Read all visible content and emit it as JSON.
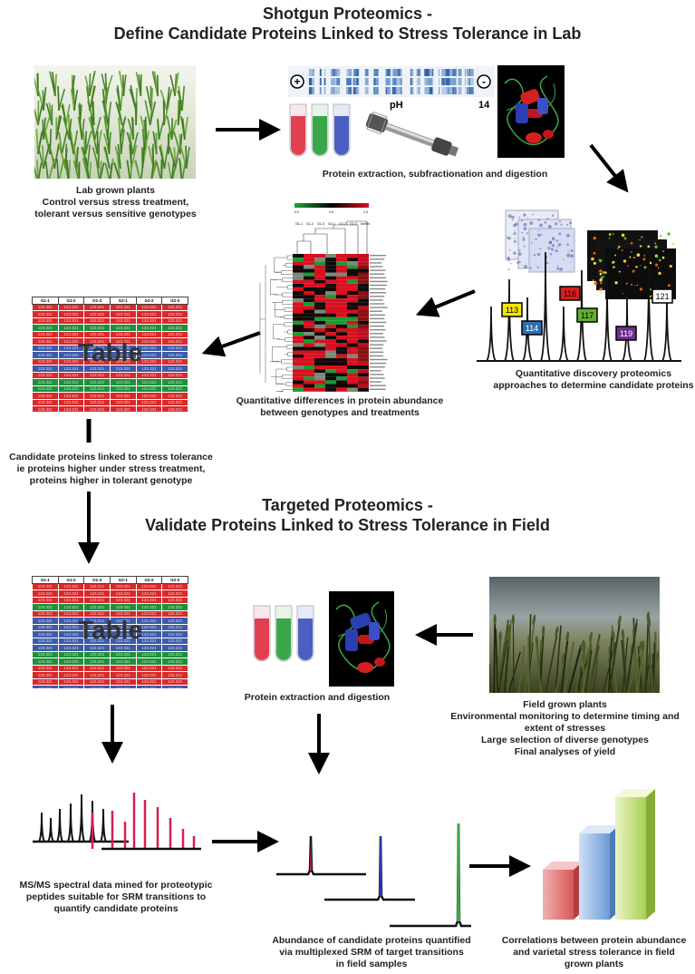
{
  "shotgun": {
    "title_line1": "Shotgun Proteomics -",
    "title_line2": "Define Candidate Proteins Linked to Stress Tolerance in Lab"
  },
  "targeted": {
    "title_line1": "Targeted Proteomics -",
    "title_line2": "Validate Proteins Linked to Stress Tolerance in Field"
  },
  "captions": {
    "lab_plants": [
      "Lab grown plants",
      "Control versus stress treatment,",
      "tolerant versus sensitive genotypes"
    ],
    "extraction": "Protein extraction, subfractionation and digestion",
    "discovery": [
      "Quantitative discovery proteomics",
      "approaches to determine candidate proteins"
    ],
    "differences": [
      "Quantitative differences in protein abundance",
      "between genotypes and treatments"
    ],
    "candidates": [
      "Candidate proteins linked to stress tolerance",
      "ie proteins higher under stress treatment,",
      "proteins higher in tolerant genotype"
    ],
    "field_plants": [
      "Field grown plants",
      "Environmental monitoring to determine timing and",
      "extent of stresses",
      "Large selection of diverse genotypes",
      "Final analyses of yield"
    ],
    "extraction2": "Protein extraction and digestion",
    "msms": [
      "MS/MS spectral data mined for proteotypic",
      "peptides suitable for SRM transitions to",
      "quantify candidate proteins"
    ],
    "srm": [
      "Abundance of candidate proteins quantified",
      "via multiplexed SRM of target transitions",
      "in field samples"
    ],
    "correlations": [
      "Correlations between protein abundance",
      "and varietal stress tolerance in field",
      "grown plants"
    ]
  },
  "gel": {
    "plus": "+",
    "minus": "-",
    "ph": "pH",
    "ph_end": "14"
  },
  "itraq": {
    "labels": [
      "113",
      "114",
      "116",
      "117",
      "119",
      "121"
    ],
    "colors": [
      "#f2e600",
      "#2f6db3",
      "#d42020",
      "#5fb030",
      "#6b2f8f",
      "#ffffff"
    ]
  },
  "heatmap": {
    "columns": [
      "G1-1",
      "G1-2",
      "G1-3",
      "G2-1",
      "G2-2",
      "G2-3",
      "ImtSbl"
    ],
    "scale": [
      "0.0",
      "0.5",
      "1.0"
    ]
  },
  "table": {
    "label": "Table",
    "headers": [
      "G1-1",
      "G1-2",
      "G1-3",
      "G2-1",
      "G2-2",
      "G2-3"
    ],
    "cell": "123.321",
    "row_colors": [
      "red",
      "red",
      "red",
      "green",
      "red",
      "red",
      "blue",
      "blue",
      "red",
      "blue",
      "red",
      "green",
      "green",
      "red",
      "red",
      "red",
      "blue",
      "red",
      "blue",
      "blue"
    ]
  },
  "table2_row_colors": [
    "red",
    "red",
    "red",
    "green",
    "red",
    "blue",
    "blue",
    "blue",
    "blue",
    "blue",
    "green",
    "green",
    "red",
    "red",
    "red",
    "blue",
    "red",
    "blue"
  ],
  "colors": {
    "red": "#d9292a",
    "green": "#1f8f3a",
    "blue": "#3d5aa8",
    "black": "#111111",
    "tube_red": "#e04050",
    "tube_green": "#3aa84a",
    "tube_blue": "#4a5fc0"
  },
  "bar3d": {
    "values": [
      1,
      2,
      3
    ]
  }
}
